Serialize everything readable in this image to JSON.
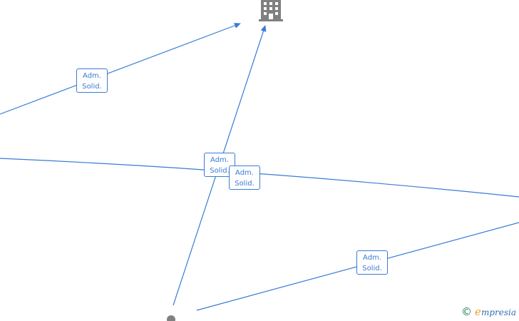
{
  "colors": {
    "edge": "#3a7bd5",
    "node": "#808080",
    "watermark_copy": "#1f7a5a",
    "watermark_brand": "#2f6fb3",
    "watermark_accent": "#f0a020"
  },
  "nodes": [
    {
      "id": "company",
      "icon": "building-icon"
    },
    {
      "id": "person",
      "icon": "person-icon"
    }
  ],
  "edges": [
    {
      "id": "e1",
      "label_line1": "Adm.",
      "label_line2": "Solid."
    },
    {
      "id": "e2",
      "label_line1": "Adm.",
      "label_line2": "Solid."
    },
    {
      "id": "e3",
      "label_line1": "Adm.",
      "label_line2": "Solid."
    },
    {
      "id": "e4",
      "label_line1": "Adm.",
      "label_line2": "Solid."
    }
  ],
  "watermark": {
    "copyright": "©",
    "brand_first": "e",
    "brand_rest": "mpresia"
  }
}
